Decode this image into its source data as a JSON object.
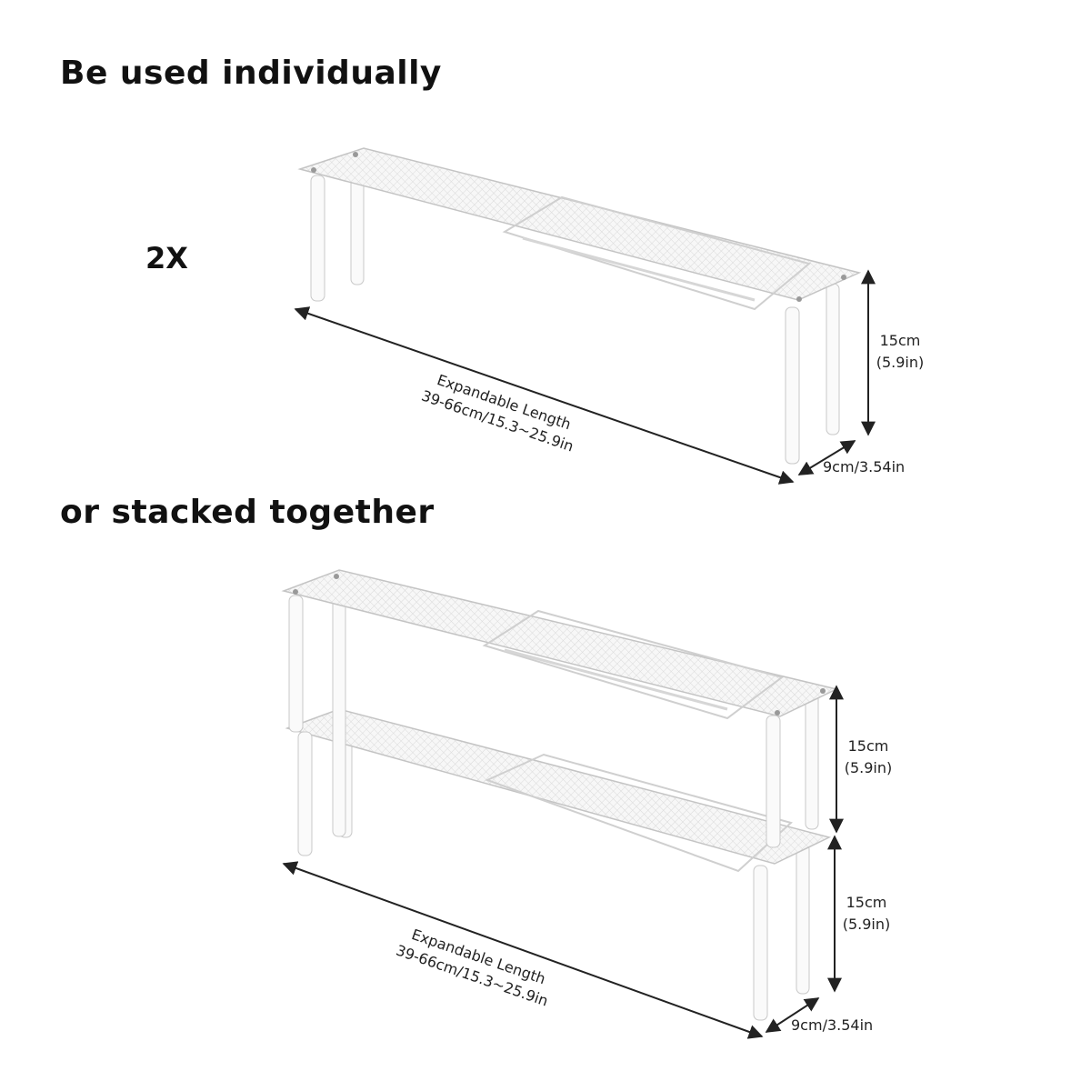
{
  "section_single": {
    "heading": "Be used individually",
    "quantity": "2X",
    "length_label": "Expandable Length",
    "length_value": "39-66cm/15.3~25.9in",
    "height_cm": "15cm",
    "height_in": "(5.9in)",
    "depth": "9cm/3.54in"
  },
  "section_stacked": {
    "heading": "or stacked together",
    "length_label": "Expandable Length",
    "length_value": "39-66cm/15.3~25.9in",
    "upper_height_cm": "15cm",
    "upper_height_in": "(5.9in)",
    "lower_height_cm": "15cm",
    "lower_height_in": "(5.9in)",
    "depth": "9cm/3.54in"
  },
  "colors": {
    "text": "#111111",
    "shelf_stroke": "#c8c8c8",
    "shelf_fill": "#f4f4f4",
    "dimension_line": "#222222"
  }
}
